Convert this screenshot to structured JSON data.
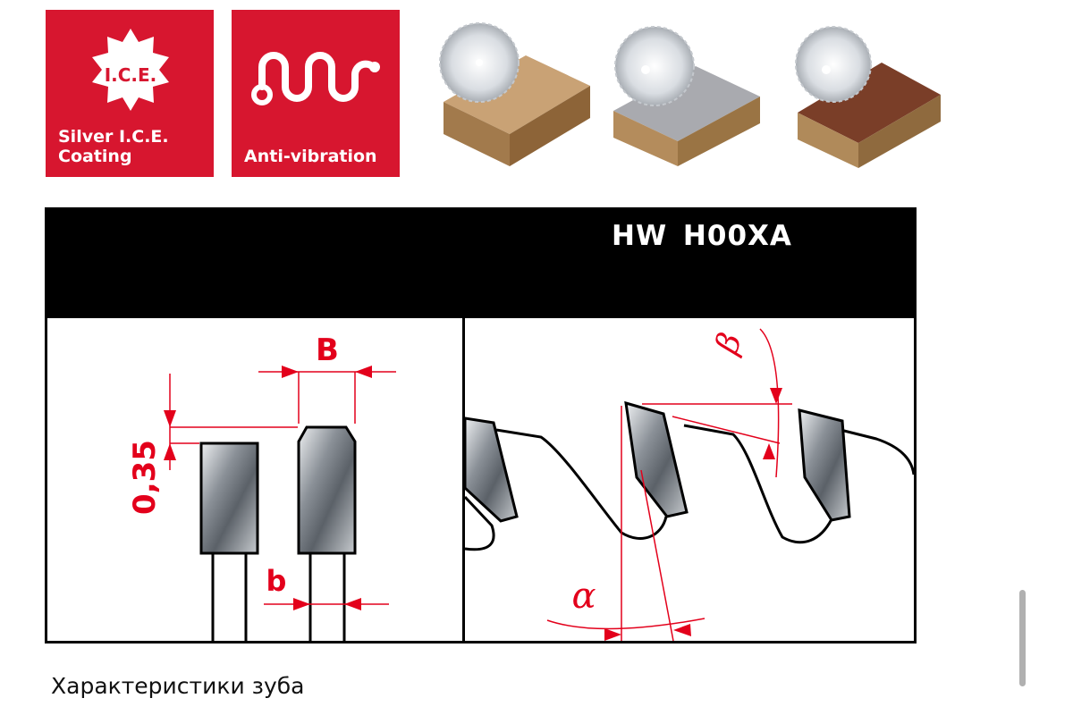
{
  "badges": [
    {
      "symbol_text": "I.C.E.",
      "label": "Silver I.C.E.\nCoating",
      "icon": "ice-seal-icon"
    },
    {
      "label": "Anti-vibration",
      "icon": "wave-squiggle-icon"
    }
  ],
  "thumbnails": [
    {
      "icon": "saw-blade-wood-icon",
      "material": "wood"
    },
    {
      "icon": "saw-blade-laminate-icon",
      "material": "laminated panel"
    },
    {
      "icon": "saw-blade-hardwood-icon",
      "material": "hardwood"
    }
  ],
  "header": {
    "model_code": "HW H00XA"
  },
  "diagram_left": {
    "dim_width": "B",
    "dim_body": "b",
    "dim_height": "0,35"
  },
  "diagram_right": {
    "angle_rake": "α",
    "angle_clearance": "β"
  },
  "caption": "Характеристики зуба",
  "colors": {
    "brand_red": "#d7162f",
    "dimension_red": "#e3001b",
    "header_black": "#000000"
  }
}
